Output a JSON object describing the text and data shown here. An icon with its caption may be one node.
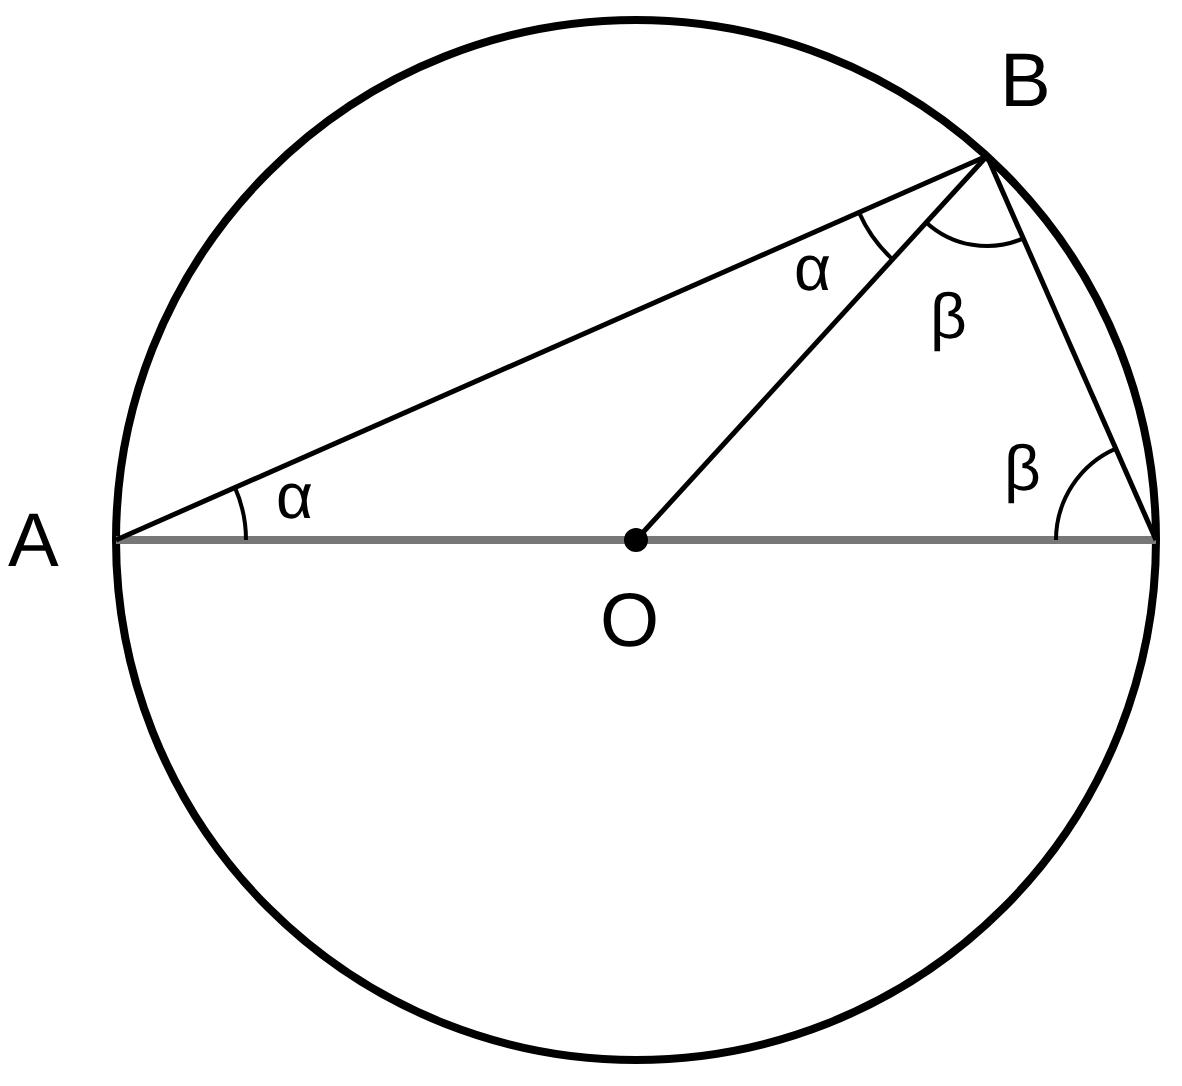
{
  "diagram": {
    "labels": [
      "B",
      "α",
      "β",
      "β",
      "A",
      "α",
      "O"
    ]
  }
}
